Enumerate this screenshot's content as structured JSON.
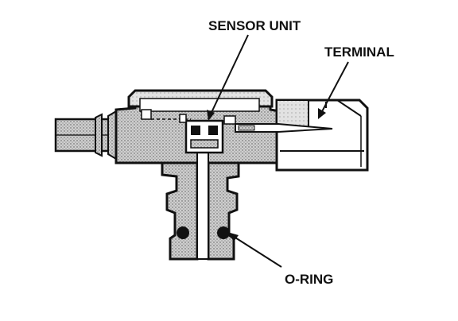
{
  "labels": {
    "sensor_unit": "SENSOR UNIT",
    "terminal": "TERMINAL",
    "o_ring": "O-RING"
  },
  "colors": {
    "ink": "#111111",
    "fill": "#c9c9c9",
    "background": "#ffffff"
  }
}
